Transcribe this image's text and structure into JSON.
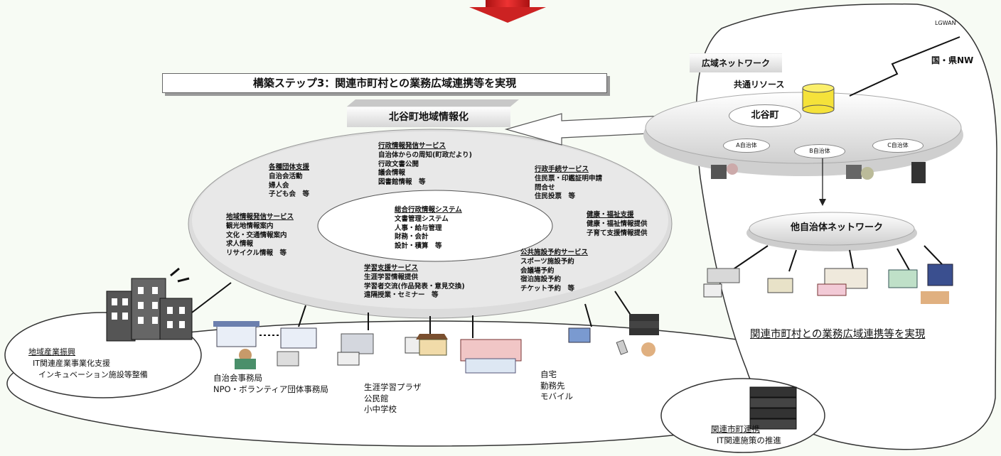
{
  "banner": "構築ステップ3：関連市町村との業務広域連携等を実現",
  "hub_title": "北谷町地域情報化",
  "core": {
    "title": "総合行政情報システム",
    "items": [
      "文書管理システム",
      "人事・給与管理",
      "財務・会計",
      "設計・積算　等"
    ]
  },
  "services": [
    {
      "title": "行政情報発信サービス",
      "items": [
        "自治体からの周知(町政だより)",
        "行政文書公開",
        "議会情報",
        "図書館情報　等"
      ]
    },
    {
      "title": "各種団体支援",
      "items": [
        "自治会活動",
        "婦人会",
        "子ども会　等"
      ]
    },
    {
      "title": "行政手続サービス",
      "items": [
        "住民票・印鑑証明申請",
        "問合せ",
        "住民投票　等"
      ]
    },
    {
      "title": "地域情報発信サービス",
      "items": [
        "観光地情報案内",
        "文化・交通情報案内",
        "求人情報",
        "リサイクル情報　等"
      ]
    },
    {
      "title": "健康・福祉支援",
      "items": [
        "健康・福祉情報提供",
        "子育て支援情報提供"
      ]
    },
    {
      "title": "学習支援サービス",
      "items": [
        "生涯学習情報提供",
        "学習者交流(作品発表・意見交換)",
        "遠隔授業・セミナー　等"
      ]
    },
    {
      "title": "公共施設予約サービス",
      "items": [
        "スポーツ施設予約",
        "会議場予約",
        "宿泊施設予約",
        "チケット予約　等"
      ]
    }
  ],
  "wide_area": {
    "title": "広域ネットワーク",
    "lgwan": "LGWAN",
    "national": "国・県NW",
    "shared": "共通リソース",
    "town": "北谷町",
    "munis": [
      "A自治体",
      "B自治体",
      "C自治体"
    ],
    "other_net": "他自治体ネットワーク",
    "caption": "関連市町村との業務広域連携等を実現"
  },
  "industry": {
    "title": "地域産業振興",
    "lines": [
      "IT関連産業事業化支援",
      "インキュベーション施設等整備"
    ]
  },
  "locations": {
    "a": [
      "自治会事務局",
      "NPO・ボランティア団体事務局"
    ],
    "b": [
      "生涯学習プラザ",
      "公民館",
      "小中学校"
    ],
    "c": [
      "自宅",
      "勤務先",
      "モバイル"
    ]
  },
  "cooperation": {
    "title": "関連市町連携",
    "line": "IT関連施策の推進"
  }
}
